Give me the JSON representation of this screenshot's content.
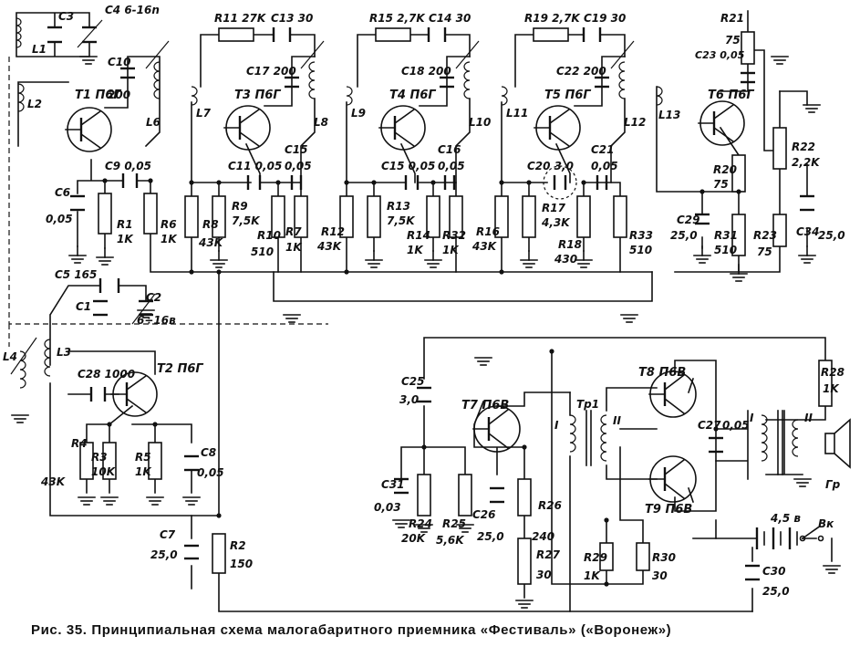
{
  "caption": "Рис. 35. Принципиальная схема малогабаритного приемника «Фестиваль» («Воронеж»)",
  "labels": {
    "L1": "L1",
    "C3": "C3",
    "C4": "C4 6-16n",
    "L2": "L2",
    "T1": "T1 П6Г",
    "C10": "C10",
    "C10v": "200",
    "L6": "L6",
    "C9": "C9 0,05",
    "C6": "C6",
    "C6v": "0,05",
    "R1": "R1",
    "R1v": "1K",
    "R6": "R6",
    "R6v": "1K",
    "R11": "R11 27K",
    "C13": "C13 30",
    "L7": "L7",
    "T3": "T3 П6Г",
    "C17": "C17 200",
    "L8": "L8",
    "C15": "C15",
    "C15v": "0,05",
    "C11": "C11 0,05",
    "R8": "R8",
    "R8v": "43K",
    "R9": "R9",
    "R9v": "7,5K",
    "R10": "R10",
    "R10v": "510",
    "R7": "R7",
    "R7v": "1K",
    "R15": "R15 2,7K",
    "C14": "C14 30",
    "C18": "C18 200",
    "L9": "L9",
    "T4": "T4 П6Г",
    "L10": "L10",
    "C16": "C16",
    "C16v": "0,05",
    "C15b": "C15 0,05",
    "R12": "R12",
    "R12v": "43K",
    "R13": "R13",
    "R13v": "7,5K",
    "R14": "R14",
    "R14v": "1K",
    "R32": "R32",
    "R32v": "1K",
    "R19": "R19 2,7K",
    "C19": "C19 30",
    "C22": "C22 200",
    "L11": "L11",
    "T5": "T5 П6Г",
    "L12": "L12",
    "C21": "C21",
    "C21v": "0,05",
    "C20": "C20 3,0",
    "R16": "R16",
    "R16v": "43K",
    "R17": "R17",
    "R17v": "4,3K",
    "R18": "R18",
    "R18v": "430",
    "R33": "R33",
    "R33v": "510",
    "R21": "R21",
    "R21v": "75",
    "C23": "C23 0,05",
    "L13": "L13",
    "T6": "T6 П6Г",
    "R22": "R22",
    "R22v": "2,2K",
    "R20": "R20",
    "R20v": "75",
    "C29": "C29",
    "C29v": "25,0",
    "R31": "R31",
    "R31v": "510",
    "R23": "R23",
    "R23v": "75",
    "C34": "C34",
    "C34v": "25,0",
    "C5": "C5 165",
    "C1": "C1",
    "C2": "C2",
    "C2v": "6÷16в",
    "L4": "L4",
    "L3": "L3",
    "C28": "C28 1000",
    "T2": "T2 П6Г",
    "R4": "R4",
    "R3": "R3",
    "R3v": "10K",
    "R5": "R5",
    "R5v": "1K",
    "C8": "C8",
    "C8v": "0,05",
    "R4v": "43K",
    "C7": "C7",
    "C7v": "25,0",
    "R2": "R2",
    "R2v": "150",
    "C25": "C25",
    "C25v": "3,0",
    "T7": "T7 П6В",
    "C31": "C31",
    "C31v": "0,03",
    "R24": "R24",
    "R24v": "20K",
    "R25": "R25",
    "R25v": "5,6K",
    "C26": "C26",
    "C26v": "25,0",
    "R26": "R26",
    "R26v": "240",
    "R27": "R27",
    "R27v": "30",
    "Tr1": "Тр1",
    "TrI": "I",
    "TrII": "II",
    "T8": "T8 П6В",
    "T9": "T9 П6В",
    "C27": "C27",
    "C27v": "0,05",
    "R29": "R29",
    "R29v": "1K",
    "R30": "R30",
    "R30v": "30",
    "R28": "R28",
    "R28v": "1K",
    "Tr2I": "I",
    "Tr2II": "II",
    "Gr": "Гр",
    "Batt": "4,5 в",
    "Vk": "Вк",
    "C30": "C30",
    "C30v": "25,0"
  }
}
